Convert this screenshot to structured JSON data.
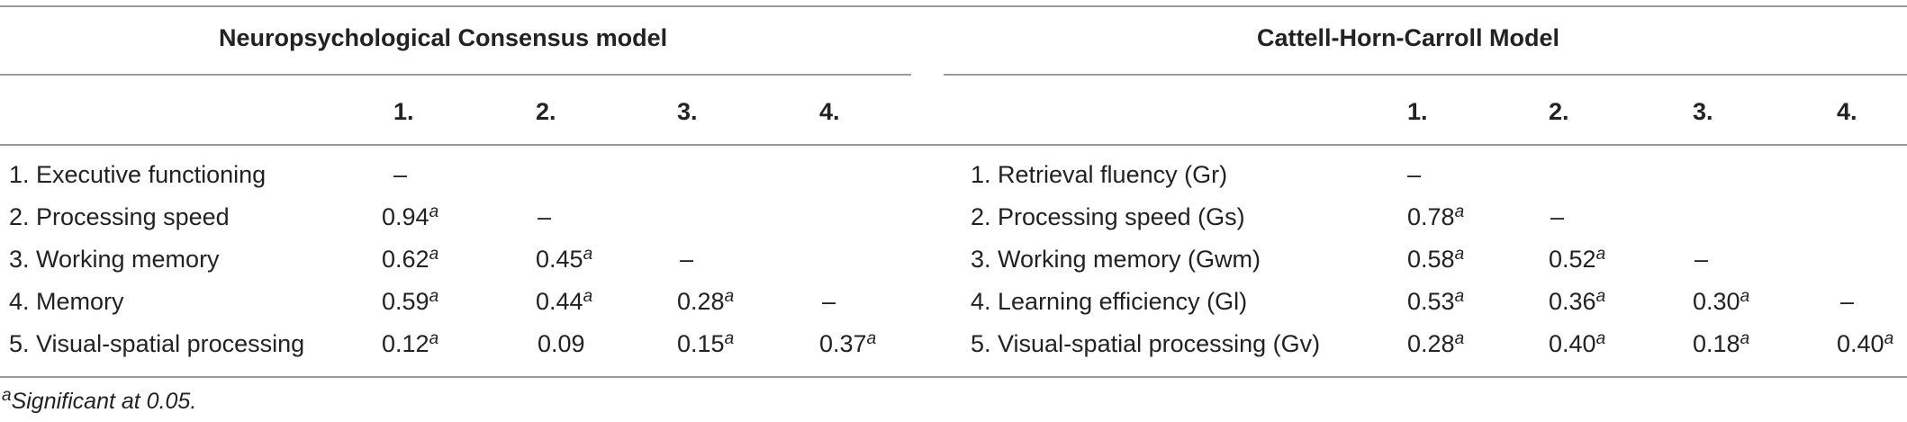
{
  "panels": [
    {
      "title": "Neuropsychological Consensus model",
      "columns": [
        "1.",
        "2.",
        "3.",
        "4."
      ],
      "rows": [
        {
          "label": "1. Executive functioning",
          "cells": [
            "–",
            "",
            "",
            ""
          ]
        },
        {
          "label": "2. Processing speed",
          "cells": [
            "0.94",
            "–",
            "",
            ""
          ]
        },
        {
          "label": "3. Working memory",
          "cells": [
            "0.62",
            "0.45",
            "–",
            ""
          ]
        },
        {
          "label": "4. Memory",
          "cells": [
            "0.59",
            "0.44",
            "0.28",
            "–"
          ]
        },
        {
          "label": "5. Visual-spatial processing",
          "cells": [
            "0.12",
            "0.09",
            "0.15",
            "0.37"
          ]
        }
      ],
      "sig": [
        [
          false,
          false,
          false,
          false
        ],
        [
          true,
          false,
          false,
          false
        ],
        [
          true,
          true,
          false,
          false
        ],
        [
          true,
          true,
          true,
          false
        ],
        [
          true,
          false,
          true,
          true
        ]
      ]
    },
    {
      "title": "Cattell-Horn-Carroll Model",
      "columns": [
        "1.",
        "2.",
        "3.",
        "4."
      ],
      "rows": [
        {
          "label": "1. Retrieval fluency (Gr)",
          "cells": [
            "–",
            "",
            "",
            ""
          ]
        },
        {
          "label": "2. Processing speed (Gs)",
          "cells": [
            "0.78",
            "–",
            "",
            ""
          ]
        },
        {
          "label": "3. Working memory (Gwm)",
          "cells": [
            "0.58",
            "0.52",
            "–",
            ""
          ]
        },
        {
          "label": "4. Learning efficiency (Gl)",
          "cells": [
            "0.53",
            "0.36",
            "0.30",
            "–"
          ]
        },
        {
          "label": "5. Visual-spatial processing (Gv)",
          "cells": [
            "0.28",
            "0.40",
            "0.18",
            "0.40"
          ]
        }
      ],
      "sig": [
        [
          false,
          false,
          false,
          false
        ],
        [
          true,
          false,
          false,
          false
        ],
        [
          true,
          true,
          false,
          false
        ],
        [
          true,
          true,
          true,
          false
        ],
        [
          true,
          true,
          true,
          true
        ]
      ]
    }
  ],
  "footnote": {
    "marker": "a",
    "text": "Significant at 0.05."
  }
}
